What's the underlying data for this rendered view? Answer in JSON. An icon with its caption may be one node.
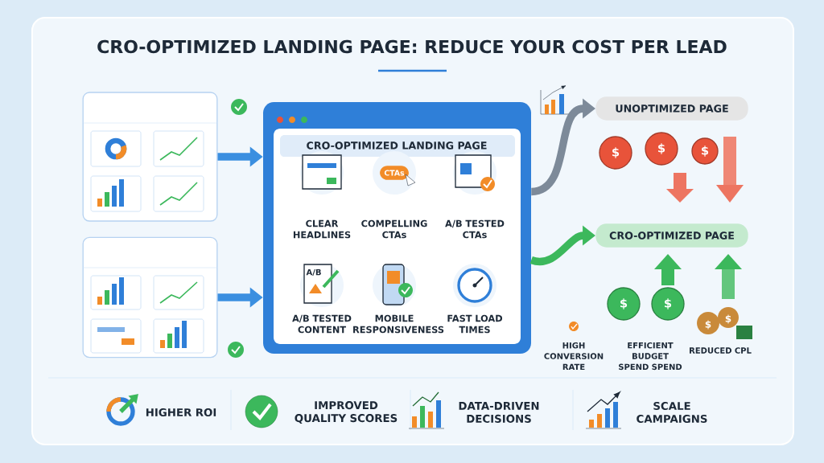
{
  "diagram": {
    "title": "CRO-OPTIMIZED LANDING PAGE: REDUCE YOUR COST PER LEAD",
    "nodes": [
      {
        "text": [],
        "shape": "box"
      },
      {
        "text": [],
        "shape": "box"
      },
      {
        "text": [
          "CRO-OPTIMIZED LANDING PAGE"
        ]
      },
      {
        "text": [
          "CLEAR HEADLINES"
        ],
        "in": 2
      },
      {
        "text": [
          "COMPELLING CTAs"
        ],
        "in": 2
      },
      {
        "text": [
          "A/B TESTED CTAs"
        ],
        "in": 2
      },
      {
        "text": [
          "A/B TESTED CONTENT"
        ],
        "in": 2
      },
      {
        "text": [
          "MOBILE RESPONSIVENESS"
        ],
        "in": 2
      },
      {
        "text": [
          "FAST LOAD TIMES"
        ],
        "in": 2
      },
      {
        "text": [
          "UNOPTIMIZED PAGE"
        ]
      },
      {
        "text": [
          "CRO-OPTIMIZED PAGE"
        ]
      }
    ],
    "edges": [
      {
        "from": 0,
        "to": 2,
        "arrow": "to",
        "color": "#3b8fe0"
      },
      {
        "from": 1,
        "to": 2,
        "arrow": "to",
        "color": "#3b8fe0"
      },
      {
        "from": 2,
        "to": 9,
        "arrow": "to",
        "color": "#7d8a99"
      },
      {
        "from": 2,
        "to": 10,
        "arrow": "to",
        "color": "#3cb85c"
      }
    ],
    "labels": [
      "CTAs",
      "A/B",
      "$",
      "$",
      "$",
      "$",
      "$",
      "$",
      "$",
      "HIGH CONVERSION RATE",
      "EFFICIENT BUDGET SPEND SPEND",
      "REDUCED CPL",
      "HIGHER ROI",
      "IMPROVED QUALITY SCORES",
      "DATA-DRIVEN DECISIONS",
      "SCALE CAMPAIGNS"
    ]
  }
}
